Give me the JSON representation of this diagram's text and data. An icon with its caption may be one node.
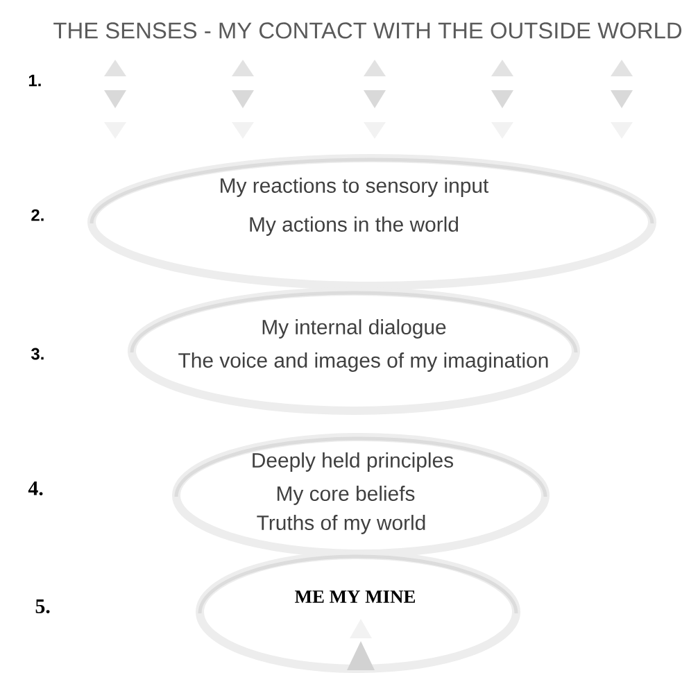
{
  "diagram": {
    "title": "THE SENSES - MY CONTACT WITH THE OUTSIDE WORLD",
    "nodes": [
      {
        "text": [
          "My reactions to sensory input",
          "My actions in the world"
        ]
      },
      {
        "text": [
          "My internal dialogue",
          "The voice and images of my imagination"
        ]
      },
      {
        "text": [
          "Deeply held principles",
          "My core beliefs",
          "Truths of my world"
        ]
      },
      {
        "text": [
          "ME MY MINE"
        ]
      }
    ],
    "labels": [
      "1.",
      "2.",
      "3.",
      "4.",
      "5."
    ]
  }
}
